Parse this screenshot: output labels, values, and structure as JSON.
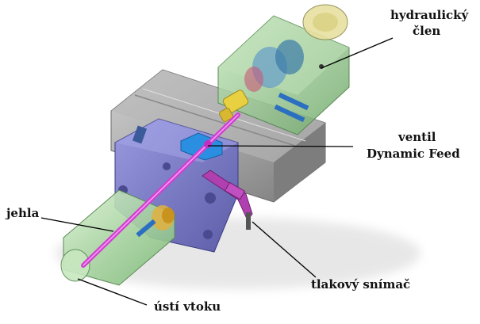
{
  "labels": {
    "hydraulic_line1": "hydraulický",
    "hydraulic_line2": "člen",
    "valve_line1": "ventil",
    "valve_line2": "Dynamic Feed",
    "needle": "jehla",
    "pressure_sensor": "tlakový snímač",
    "gate_outlet": "ústí vtoku"
  },
  "colors": {
    "hydraulic_housing": "#8fbf8a",
    "manifold_block": "#7f7fc8",
    "mounting_plate": "#a9a9a9",
    "valve_pin": "#d040d0",
    "valve_seat": "#2a8fe0",
    "connector": "#e8d040",
    "nozzle_housing": "#9fd09a",
    "leader_line": "#000000"
  },
  "icons": {
    "hydraulic_member": "hydraulic-cylinder",
    "needle": "valve-needle",
    "sensor": "pressure-sensor"
  }
}
